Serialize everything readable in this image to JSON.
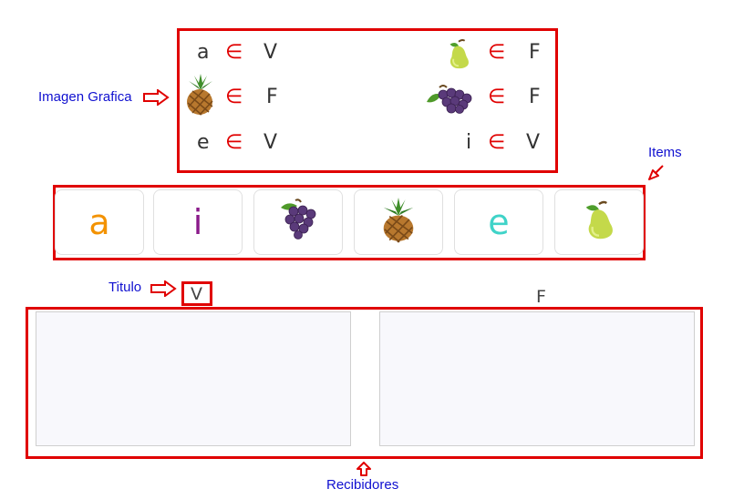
{
  "graphic": {
    "rows": [
      {
        "left": {
          "kind": "text",
          "text": "a"
        },
        "left_symbol": "∈",
        "left_value": "V",
        "right": {
          "kind": "icon",
          "icon": "pear-icon"
        },
        "right_symbol": "∈",
        "right_value": "F"
      },
      {
        "left": {
          "kind": "icon",
          "icon": "pineapple-icon"
        },
        "left_symbol": "∈",
        "left_value": "F",
        "right": {
          "kind": "icon",
          "icon": "grapes-icon"
        },
        "right_symbol": "∈",
        "right_value": "F"
      },
      {
        "left": {
          "kind": "text",
          "text": "e"
        },
        "left_symbol": "∈",
        "left_value": "V",
        "right": {
          "kind": "text",
          "text": "i"
        },
        "right_symbol": "∈",
        "right_value": "V"
      }
    ]
  },
  "items": [
    {
      "kind": "text",
      "text": "a",
      "color": "#f39200"
    },
    {
      "kind": "text",
      "text": "i",
      "color": "#8a1a8a"
    },
    {
      "kind": "icon",
      "icon": "grapes-icon"
    },
    {
      "kind": "icon",
      "icon": "pineapple-icon"
    },
    {
      "kind": "text",
      "text": "e",
      "color": "#3fd3c8"
    },
    {
      "kind": "icon",
      "icon": "pear-icon"
    }
  ],
  "receivers": [
    {
      "title": "V"
    },
    {
      "title": "F"
    }
  ],
  "annotations": {
    "imagen": "Imagen Grafica",
    "items": "Items",
    "titulo": "Titulo",
    "recibidores": "Recibidores"
  },
  "colors": {
    "annotation_box": "#e00000",
    "annotation_text": "#1010d0",
    "belong_symbol": "#e00000"
  }
}
